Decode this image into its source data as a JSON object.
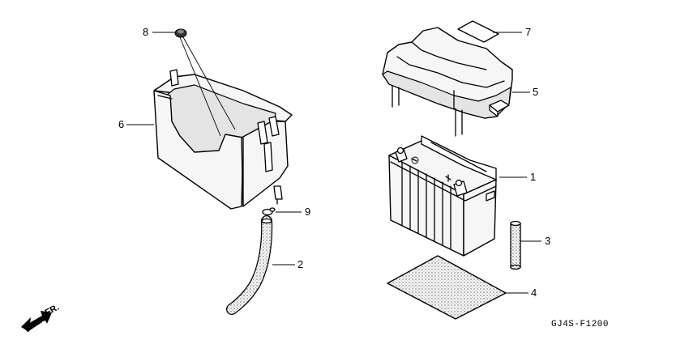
{
  "callouts": {
    "battery": "1",
    "breather_tube": "2",
    "tube_3": "3",
    "pad": "4",
    "cover": "5",
    "battery_box": "6",
    "label": "7",
    "grommet": "8",
    "clip": "9"
  },
  "direction_label": "FR.",
  "drawing_code": "GJ4S-F1200"
}
